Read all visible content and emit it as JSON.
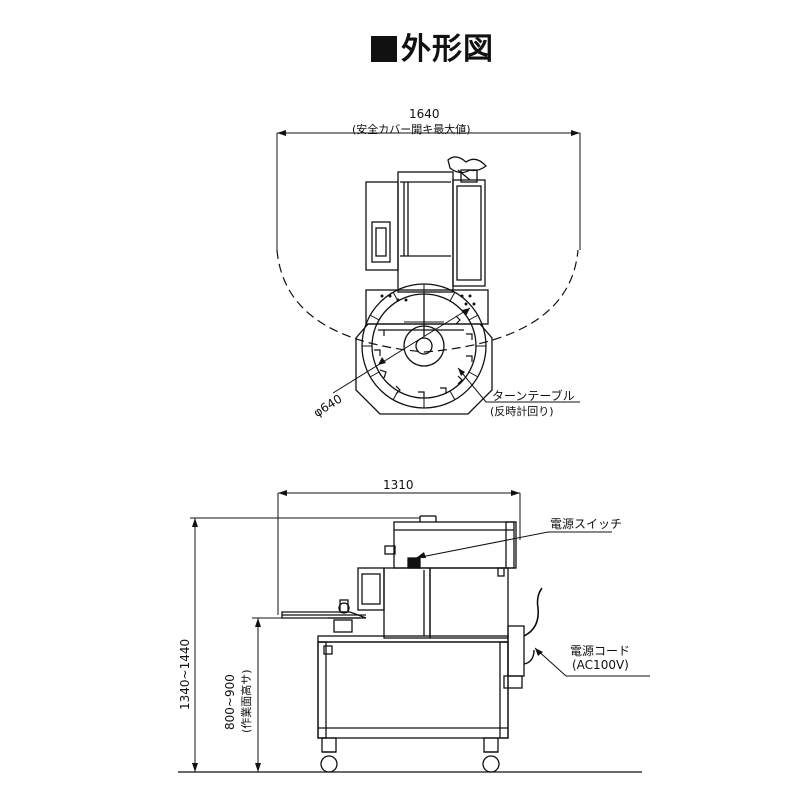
{
  "title": "外形図",
  "top_view": {
    "width_dim": "1640",
    "width_note": "(安全カバー開キ最大値)",
    "diameter": "φ640",
    "turntable_label": "ターンテーブル",
    "turntable_note": "(反時計回り)"
  },
  "side_view": {
    "width_dim": "1310",
    "height_dim": "1340~1440",
    "work_height_dim": "800~900",
    "work_height_note": "(作業面高サ)",
    "power_switch": "電源スイッチ",
    "power_cord": "電源コード",
    "power_cord_spec": "(AC100V)"
  }
}
